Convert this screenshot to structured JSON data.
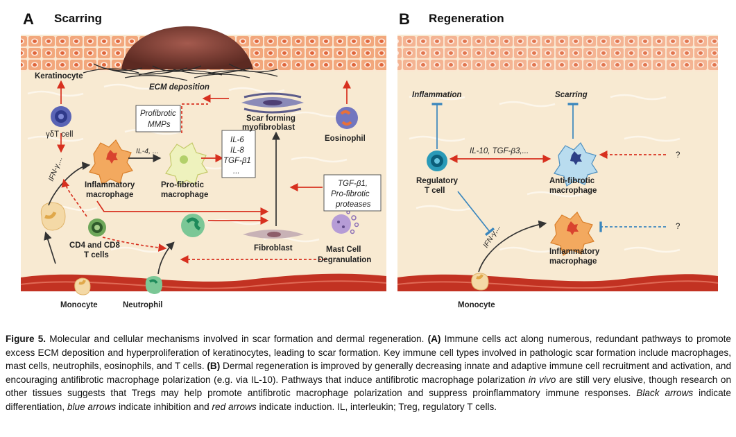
{
  "panel_a": {
    "letter": "A",
    "title": "Scarring",
    "labels": {
      "keratinocyte": "Keratinocyte",
      "ecm_deposition": "ECM deposition",
      "scar_forming_1": "Scar forming",
      "scar_forming_2": "myofibroblast",
      "gdt_cell": "γδT cell",
      "eosinophil": "Eosinophil",
      "inflammatory_macrophage_1": "Inflammatory",
      "inflammatory_macrophage_2": "macrophage",
      "profibrotic_macrophage_1": "Pro-fibrotic",
      "profibrotic_macrophage_2": "macrophage",
      "cd4_cd8_1": "CD4 and CD8",
      "cd4_cd8_2": "T cells",
      "fibroblast": "Fibroblast",
      "mast_cell_1": "Mast Cell",
      "mast_cell_2": "Degranulation",
      "monocyte": "Monocyte",
      "neutrophil": "Neutrophil",
      "il4": "IL-4, ...",
      "ifn_gamma": "IFN-γ,...",
      "profibrotic_mmps_1": "Profibrotic",
      "profibrotic_mmps_2": "MMPs",
      "il6": "IL-6",
      "il8": "IL-8",
      "tgfb1": "TGF-β1",
      "ellipsis": "...",
      "tgf_box_1": "TGF-β1,",
      "tgf_box_2": "Pro-fibrotic",
      "tgf_box_3": "proteases"
    }
  },
  "panel_b": {
    "letter": "B",
    "title": "Regeneration",
    "labels": {
      "inflammation": "Inflammation",
      "scarring": "Scarring",
      "il10_tgf": "IL-10, TGF-β3,...",
      "regulatory_1": "Regulatory",
      "regulatory_2": "T cell",
      "antifibrotic_1": "Anti-fibrotic",
      "antifibrotic_2": "macrophage",
      "question_1": "?",
      "question_2": "?",
      "ifn_gamma": "IFN-γ,...",
      "inflammatory_1": "Inflammatory",
      "inflammatory_2": "macrophage",
      "monocyte": "Monocyte"
    }
  },
  "caption": {
    "label": "Figure 5.",
    "t1": " Molecular and cellular mechanisms involved in scar formation and dermal regeneration. ",
    "a": "(A)",
    "t2": " Immune cells act along numerous, redundant pathways to promote excess ECM deposition and hyperproliferation of keratinocytes, leading to scar formation. Key immune cell types involved in pathologic scar formation include macrophages, mast cells, neutrophils, eosinophils, and T cells. ",
    "b": "(B)",
    "t3": " Dermal regeneration is improved by generally decreasing innate and adaptive immune cell recruitment and activation, and encouraging antifibrotic macrophage polarization (e.g. via IL-10). Pathways that induce antifibrotic macrophage polarization ",
    "in_vivo": "in vivo",
    "t4": " are still very elusive, though research on other tissues suggests that Tregs may help promote antifibrotic macrophage polarization and suppress proinflammatory immune responses. ",
    "black_arrows": "Black arrows",
    "t5": " indicate differentiation, ",
    "blue_arrows": "blue arrows",
    "t6": " indicate inhibition and ",
    "red_arrows": "red arrows",
    "t7": " indicate induction. IL, interleukin; Treg, regulatory T cells."
  },
  "colors": {
    "panel_bg": "#f8ead2",
    "keratinocyte": "#f2a77c",
    "keratinocyte_nucleus": "#e0663c",
    "vessel": "#c23222",
    "red_arrow": "#d7301f",
    "blue_arrow": "#3a86bd",
    "black_arrow": "#333333"
  }
}
